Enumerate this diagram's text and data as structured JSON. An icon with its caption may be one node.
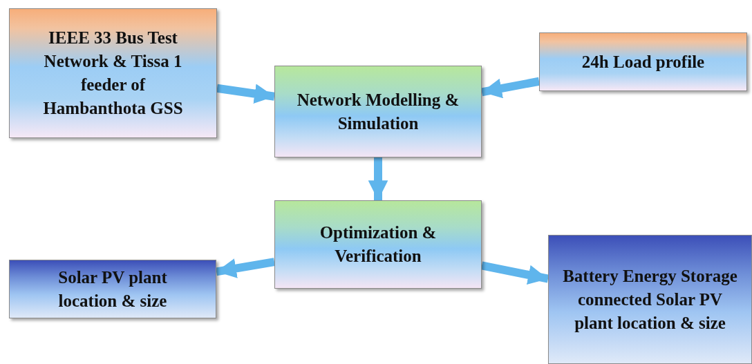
{
  "diagram": {
    "nodes": [
      {
        "text": [
          "IEEE 33 Bus Test Network & Tissa 1 feeder of Hambanthota GSS"
        ]
      },
      {
        "text": [
          "24h Load profile"
        ]
      },
      {
        "text": [
          "Network Modelling & Simulation"
        ]
      },
      {
        "text": [
          "Optimization & Verification"
        ]
      },
      {
        "text": [
          "Solar PV plant location & size"
        ]
      },
      {
        "text": [
          "Battery Energy Storage connected Solar PV plant location & size"
        ]
      }
    ],
    "edges": [
      {
        "from": 0,
        "to": 2,
        "arrow": "to"
      },
      {
        "from": 1,
        "to": 2,
        "arrow": "to"
      },
      {
        "from": 2,
        "to": 3,
        "arrow": "to"
      },
      {
        "from": 3,
        "to": 4,
        "arrow": "to"
      },
      {
        "from": 3,
        "to": 5,
        "arrow": "to"
      }
    ]
  }
}
